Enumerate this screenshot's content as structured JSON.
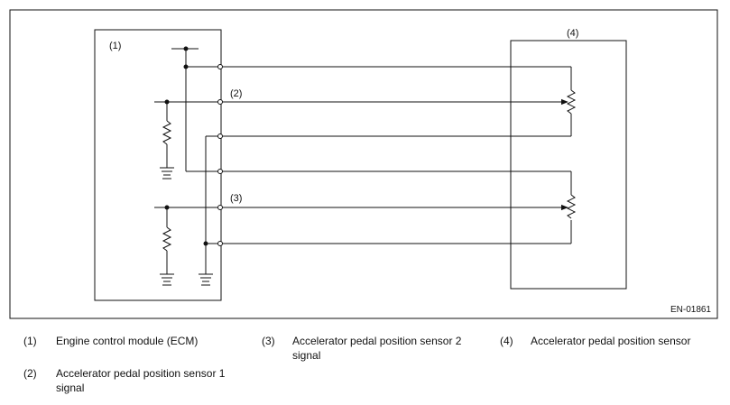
{
  "diagram": {
    "labels": {
      "ecm": "(1)",
      "sensor1": "(2)",
      "sensor2": "(3)",
      "pedal_sensor": "(4)"
    },
    "figure_code": "EN-01861"
  },
  "legend": [
    {
      "num": "(1)",
      "text": "Engine control module (ECM)"
    },
    {
      "num": "(2)",
      "text": "Accelerator pedal position sensor 1 signal"
    },
    {
      "num": "(3)",
      "text": "Accelerator pedal position sensor 2 signal"
    },
    {
      "num": "(4)",
      "text": "Accelerator pedal position sensor"
    }
  ]
}
